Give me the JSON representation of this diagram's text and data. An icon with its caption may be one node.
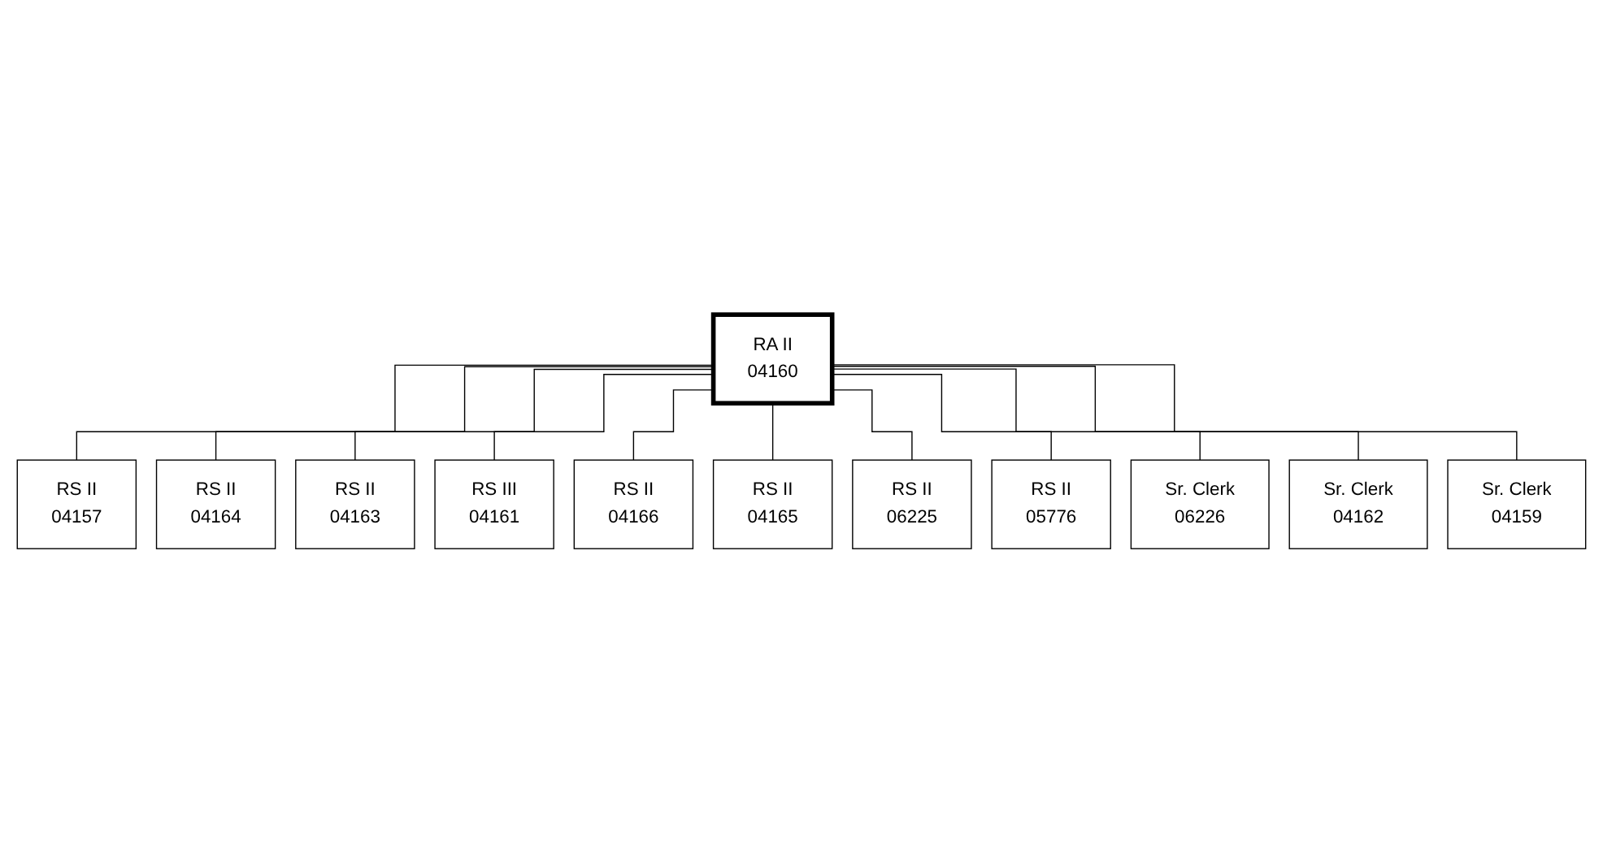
{
  "diagram": {
    "nodes": [
      {
        "text": [
          "RA II",
          "04160"
        ]
      },
      {
        "text": [
          "RS II",
          "04157"
        ]
      },
      {
        "text": [
          "RS II",
          "04164"
        ]
      },
      {
        "text": [
          "RS II",
          "04163"
        ]
      },
      {
        "text": [
          "RS III",
          "04161"
        ]
      },
      {
        "text": [
          "RS II",
          "04166"
        ]
      },
      {
        "text": [
          "RS II",
          "04165"
        ]
      },
      {
        "text": [
          "RS II",
          "06225"
        ]
      },
      {
        "text": [
          "RS II",
          "05776"
        ]
      },
      {
        "text": [
          "Sr. Clerk",
          "06226"
        ]
      },
      {
        "text": [
          "Sr. Clerk",
          "04162"
        ]
      },
      {
        "text": [
          "Sr. Clerk",
          "04159"
        ]
      }
    ],
    "edges": [
      {
        "from": 0,
        "to": 1,
        "arrow": "none"
      },
      {
        "from": 0,
        "to": 2,
        "arrow": "none"
      },
      {
        "from": 0,
        "to": 3,
        "arrow": "none"
      },
      {
        "from": 0,
        "to": 4,
        "arrow": "none"
      },
      {
        "from": 0,
        "to": 5,
        "arrow": "none"
      },
      {
        "from": 0,
        "to": 6,
        "arrow": "none"
      },
      {
        "from": 0,
        "to": 7,
        "arrow": "none"
      },
      {
        "from": 0,
        "to": 8,
        "arrow": "none"
      },
      {
        "from": 0,
        "to": 9,
        "arrow": "none"
      },
      {
        "from": 0,
        "to": 10,
        "arrow": "none"
      },
      {
        "from": 0,
        "to": 11,
        "arrow": "none"
      }
    ]
  }
}
